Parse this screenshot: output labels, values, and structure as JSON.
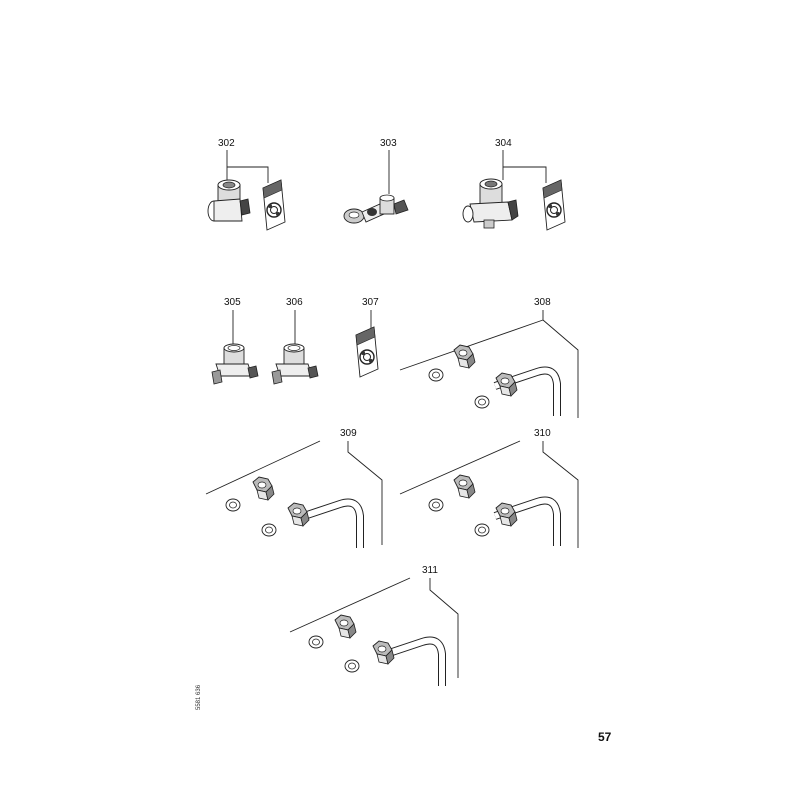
{
  "parts": {
    "p302": "302",
    "p303": "303",
    "p304": "304",
    "p305": "305",
    "p306": "306",
    "p307": "307",
    "p308": "308",
    "p309": "309",
    "p310": "310",
    "p311": "311"
  },
  "page_number": "57",
  "doc_id": "5581 636"
}
